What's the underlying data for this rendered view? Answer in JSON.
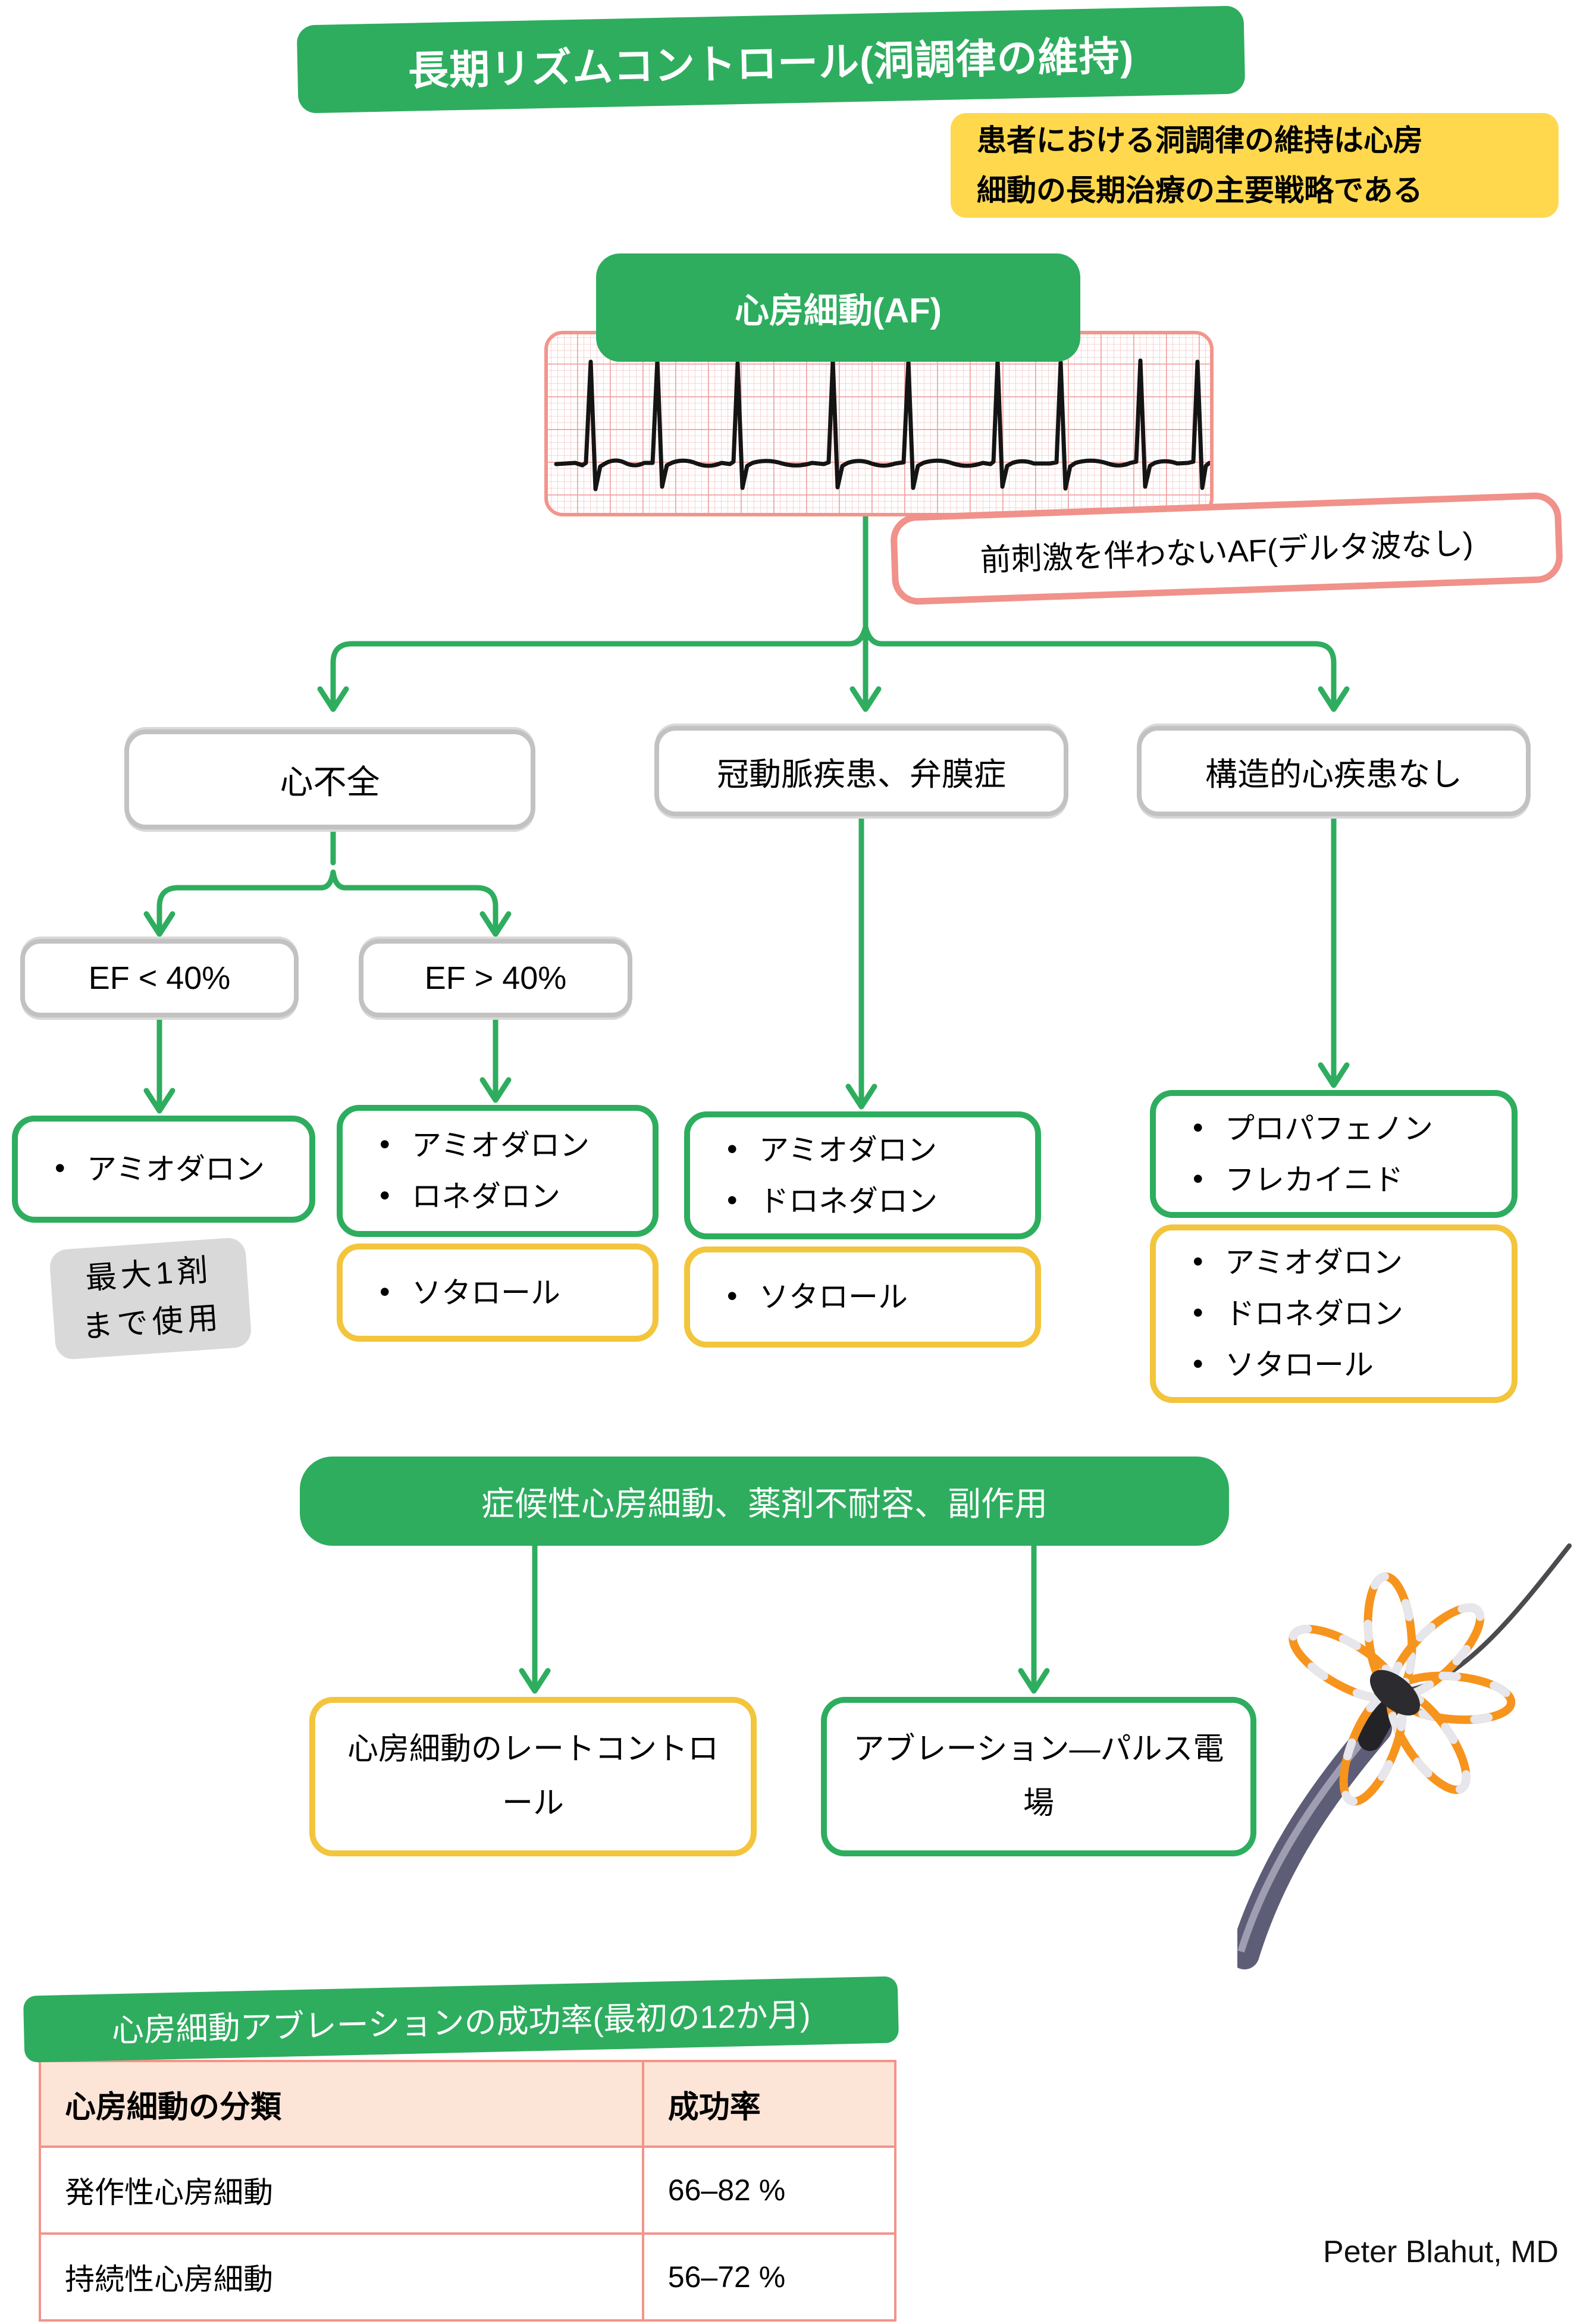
{
  "colors": {
    "green": "#2ead5f",
    "yellow_note_bg": "#ffd84d",
    "yellow_border": "#f2c53d",
    "salmon_border": "#f0918a",
    "gray_border": "#c2c2c2",
    "gray_note_bg": "#d9d9d9",
    "table_header_bg": "#fce4d6",
    "table_border": "#f2948a",
    "ecg_grid_minor": "#f6c9c9",
    "ecg_grid_major": "#efa3a3",
    "catheter_orange": "#f7941d"
  },
  "header": {
    "title": "長期リズムコントロール(洞調律の維持)",
    "strategy_note_line1": "患者における洞調律の維持は心房",
    "strategy_note_line2": "細動の長期治療の主要戦略である"
  },
  "af": {
    "label": "心房細動(AF)",
    "ecg_note": "前刺激を伴わないAF(デルタ波なし)"
  },
  "branches": {
    "heart_failure": "心不全",
    "cad_valve": "冠動脈疾患、弁膜症",
    "no_structural_disease": "構造的心疾患なし"
  },
  "ef": {
    "low": "EF < 40%",
    "high": "EF > 40%"
  },
  "therapy": {
    "hf_low_drugs": [
      "アミオダロン"
    ],
    "hf_low_note_line1": "最大1剤",
    "hf_low_note_line2": "まで使用",
    "hf_high_line1_drugs": [
      "アミオダロン",
      "ロネダロン"
    ],
    "hf_high_line2_drugs": [
      "ソタロール"
    ],
    "cad_line1_drugs": [
      "アミオダロン",
      "ドロネダロン"
    ],
    "cad_line2_drugs": [
      "ソタロール"
    ],
    "nsd_line1_drugs": [
      "プロパフェノン",
      "フレカイニド"
    ],
    "nsd_line2_drugs": [
      "アミオダロン",
      "ドロネダロン",
      "ソタロール"
    ]
  },
  "escalation": {
    "banner": "症候性心房細動、薬剤不耐容、副作用",
    "rate_control": "心房細動のレートコントロール",
    "ablation": "アブレーション—パルス電場"
  },
  "success_table": {
    "banner": "心房細動アブレーションの成功率(最初の12か月)",
    "headers": [
      "心房細動の分類",
      "成功率"
    ],
    "rows": [
      [
        "発作性心房細動",
        "66–82 %"
      ],
      [
        "持続性心房細動",
        "56–72 %"
      ]
    ]
  },
  "credit": "Peter Blahut, MD"
}
